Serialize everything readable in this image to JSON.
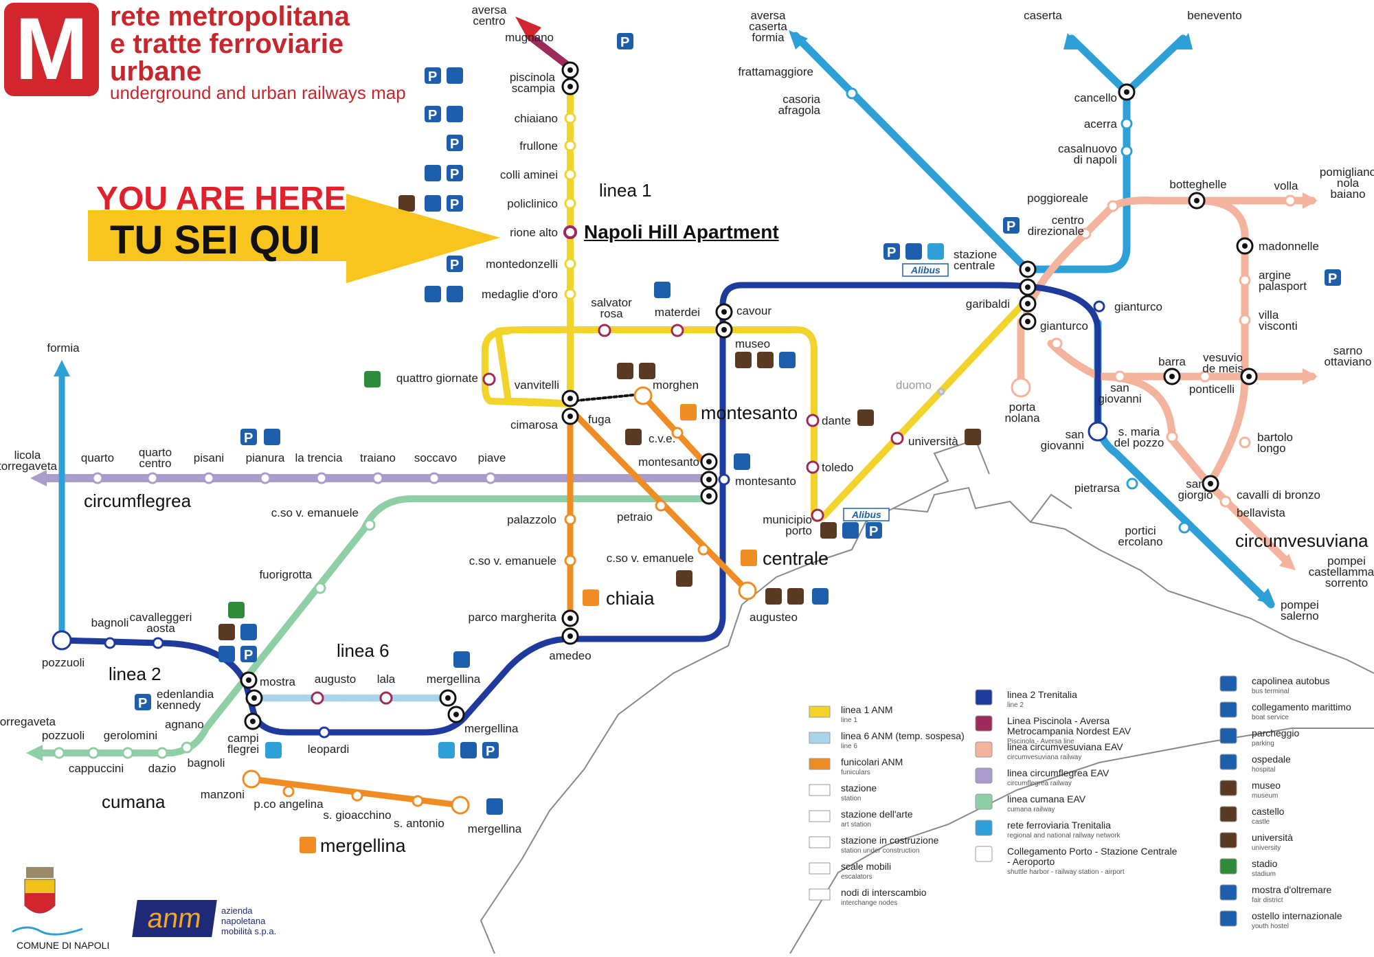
{
  "header": {
    "logo_letter": "M",
    "title_lines": [
      "rete metropolitana",
      "e tratte ferroviarie",
      "urbane"
    ],
    "subtitle": "underground and urban railways map"
  },
  "you_are_here": {
    "en": "YOU ARE HERE",
    "it": "TU SEI QUI",
    "location": "Napoli Hill Apartment"
  },
  "colors": {
    "linea1": "#f2d32c",
    "linea6": "#a9d4e9",
    "linea2": "#1f3a9d",
    "funicolari": "#ef8c24",
    "circumvesuviana": "#f4b39c",
    "circumflegrea": "#a99ccb",
    "cumana": "#8fcfa5",
    "trenitalia": "#2ea0d8",
    "piscinola": "#9c2a5a",
    "red": "#d1262d"
  },
  "lines": {
    "linea1": "linea 1",
    "linea6": "linea 6",
    "linea2": "linea 2",
    "circumflegrea": "circumflegrea",
    "cumana": "cumana",
    "circumvesuviana": "circumvesuviana",
    "fun_montesanto": "montesanto",
    "fun_centrale": "centrale",
    "fun_chiaia": "chiaia",
    "fun_mergellina": "mergellina"
  },
  "stations": {
    "aversa_centro": "aversa\ncentro",
    "mugnano": "mugnano",
    "piscinola": "piscinola\nscampia",
    "chiaiano": "chiaiano",
    "frullone": "frullone",
    "colli_aminei": "colli aminei",
    "policlinico": "policlinico",
    "rione_alto": "rione alto",
    "montedonzelli": "montedonzelli",
    "medaglie": "medaglie d'oro",
    "salvator_rosa": "salvator\nrosa",
    "materdei": "materdei",
    "cavour": "cavour",
    "museo": "museo",
    "quattro_giornate": "quattro giornate",
    "vanvitelli": "vanvitelli",
    "cimarosa": "cimarosa",
    "fuga": "fuga",
    "morghen": "morghen",
    "cve": "c.v.e.",
    "montesanto_f": "montesanto",
    "montesanto_2": "montesanto",
    "dante": "dante",
    "toledo": "toledo",
    "municipio": "municipio\nporto",
    "universita": "università",
    "duomo": "duomo",
    "garibaldi": "garibaldi",
    "stazione_centrale": "stazione\ncentrale",
    "gianturco_1": "gianturco",
    "gianturco_2": "gianturco",
    "palazzolo": "palazzolo",
    "cso_ve_chiaia": "c.so v. emanuele",
    "petraio": "petraio",
    "cso_ve_centrale": "c.so v. emanuele",
    "augusteo": "augusteo",
    "parco_margherita": "parco margherita",
    "amedeo": "amedeo",
    "cso_ve_cumana": "c.so v. emanuele",
    "fuorigrotta": "fuorigrotta",
    "formia": "formia",
    "licola": "licola\ntorregaveta",
    "quarto": "quarto",
    "quarto_centro": "quarto\ncentro",
    "pisani": "pisani",
    "pianura": "pianura",
    "la_trencia": "la trencia",
    "traiano": "traiano",
    "soccavo": "soccavo",
    "piave": "piave",
    "pozzuoli_2": "pozzuoli",
    "bagnoli_2": "bagnoli",
    "cavalleggeri": "cavalleggeri\naosta",
    "mostra": "mostra",
    "augusto": "augusto",
    "lala": "lala",
    "mergellina_6": "mergellina",
    "edenlandia": "edenlandia\nkennedy",
    "agnano": "agnano",
    "campi_flegrei": "campi\nflegrei",
    "leopardi": "leopardi",
    "mergellina_2": "mergellina",
    "torregaveta": "torregaveta",
    "pozzuoli_c": "pozzuoli",
    "gerolomini": "gerolomini",
    "cappuccini": "cappuccini",
    "dazio": "dazio",
    "bagnoli_c": "bagnoli",
    "manzoni": "manzoni",
    "pco_angelina": "p.co angelina",
    "s_gioacchino": "s. gioacchino",
    "s_antonio": "s. antonio",
    "mergellina_port": "mergellina",
    "aversa_caserta": "aversa\ncaserta\nformia",
    "frattamaggiore": "frattamaggiore",
    "casoria": "casoria\nafragola",
    "caserta": "caserta",
    "benevento": "benevento",
    "cancello": "cancello",
    "acerra": "acerra",
    "casalnuovo": "casalnuovo\ndi napoli",
    "poggioreale": "poggioreale",
    "centro_direzionale": "centro\ndirezionale",
    "botteghelle": "botteghelle",
    "volla": "volla",
    "pomigliano": "pomigliano\nnola\nbaiano",
    "madonnelle": "madonnelle",
    "argine": "argine\npalasport",
    "villa_visconti": "villa\nvisconti",
    "sarno": "sarno\nottaviano",
    "barra": "barra",
    "vesuvio": "vesuvio\nde meis",
    "ponticelli": "ponticelli",
    "porta_nolana": "porta\nnolana",
    "san_giovanni_c": "san\ngiovanni",
    "san_giovanni_t": "san\ngiovanni",
    "s_maria_pozzo": "s. maria\ndel pozzo",
    "bartolo_longo": "bartolo\nlongo",
    "san_giorgio": "san\ngiorgio",
    "cavalli_bronzo": "cavalli di bronzo",
    "bellavista": "bellavista",
    "pompei_castell": "pompei\ncastellammare\nsorrento",
    "pietrarsa": "pietrarsa",
    "portici": "portici\nercolano",
    "pompei_salerno": "pompei\nsalerno"
  },
  "alibus": [
    "Alibus",
    "Alibus"
  ],
  "legend": [
    {
      "title": "linea 1 ANM",
      "sub": "line 1",
      "color": "#f2d32c"
    },
    {
      "title": "linea 6 ANM (temp. sospesa)",
      "sub": "line 6",
      "color": "#a9d4e9"
    },
    {
      "title": "funicolari ANM",
      "sub": "funiculars",
      "color": "#ef8c24"
    },
    {
      "title": "stazione",
      "sub": "station",
      "color": "#ffffff"
    },
    {
      "title": "stazione dell'arte",
      "sub": "art station",
      "color": "#ffffff"
    },
    {
      "title": "stazione in costruzione",
      "sub": "station under construction",
      "color": "#ffffff"
    },
    {
      "title": "scale mobili",
      "sub": "escalators",
      "color": "#ffffff"
    },
    {
      "title": "nodi di interscambio",
      "sub": "interchange nodes",
      "color": "#ffffff"
    },
    {
      "title": "linea 2 Trenitalia",
      "sub": "line 2",
      "color": "#1f3a9d"
    },
    {
      "title": "Linea Piscinola - Aversa\nMetrocampania Nordest EAV",
      "sub": "Piscinola - Aversa line",
      "color": "#9c2a5a"
    },
    {
      "title": "linea circumvesuviana EAV",
      "sub": "circumvesuviana railway",
      "color": "#f4b39c"
    },
    {
      "title": "linea circumflegrea EAV",
      "sub": "circumflegrea railway",
      "color": "#a99ccb"
    },
    {
      "title": "linea cumana EAV",
      "sub": "cumana railway",
      "color": "#8fcfa5"
    },
    {
      "title": "rete ferroviaria Trenitalia",
      "sub": "regional and national railway network",
      "color": "#2ea0d8"
    },
    {
      "title": "Collegamento Porto - Stazione Centrale\n- Aeroporto",
      "sub": "shuttle harbor - railway station - airport",
      "color": "#ffffff"
    },
    {
      "title": "capolinea autobus",
      "sub": "bus terminal",
      "color": "#1e5fad"
    },
    {
      "title": "collegamento marittimo",
      "sub": "boat service",
      "color": "#1e5fad"
    },
    {
      "title": "parcheggio",
      "sub": "parking",
      "color": "#1e5fad"
    },
    {
      "title": "ospedale",
      "sub": "hospital",
      "color": "#1e5fad"
    },
    {
      "title": "museo",
      "sub": "museum",
      "color": "#5a3a22"
    },
    {
      "title": "castello",
      "sub": "castle",
      "color": "#5a3a22"
    },
    {
      "title": "università",
      "sub": "university",
      "color": "#5a3a22"
    },
    {
      "title": "stadio",
      "sub": "stadium",
      "color": "#2e8b3a"
    },
    {
      "title": "mostra d'oltremare",
      "sub": "fair district",
      "color": "#1e5fad"
    },
    {
      "title": "ostello internazionale",
      "sub": "youth hostel",
      "color": "#1e5fad"
    }
  ],
  "footer": {
    "anm_logo": "anm",
    "anm_text": [
      "azienda",
      "napoletana",
      "mobilità s.p.a."
    ],
    "comune": "COMUNE DI NAPOLI"
  }
}
